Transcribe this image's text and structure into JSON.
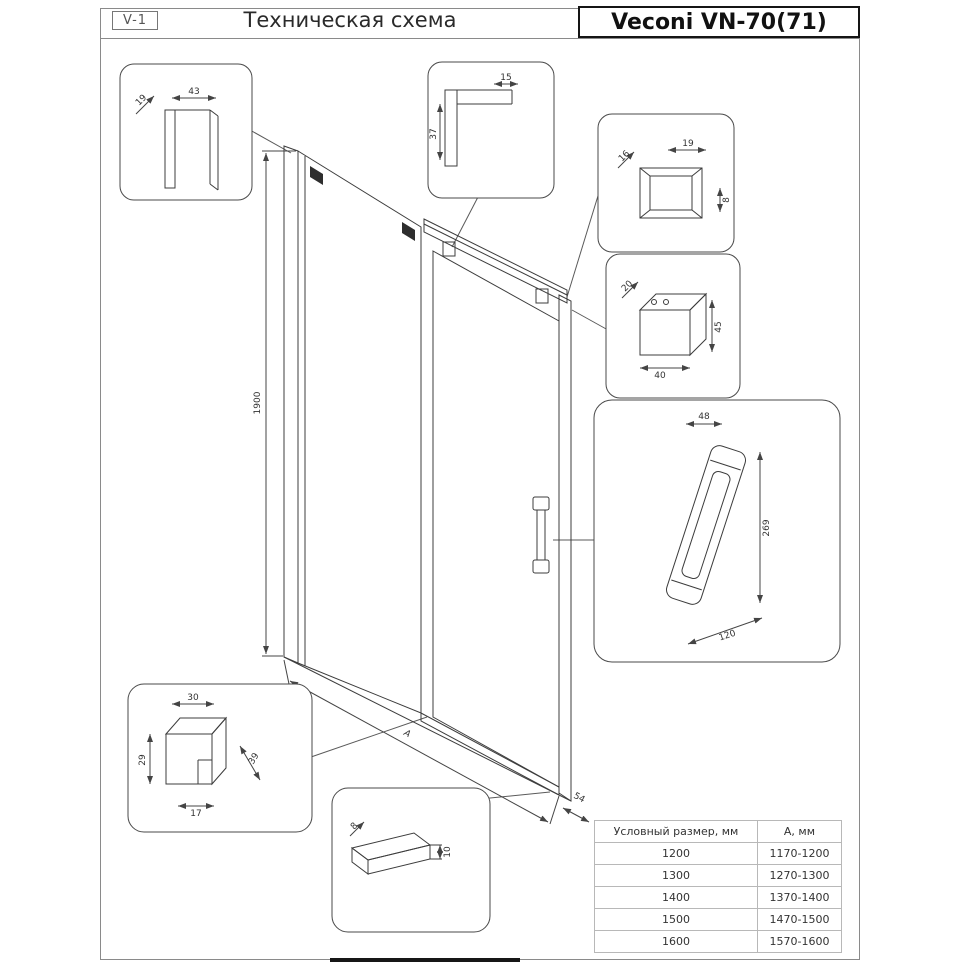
{
  "header": {
    "rev": "V-1",
    "title": "Техническая схема",
    "brand": "Veconi VN-70(71)"
  },
  "drawing": {
    "height_dim": "1900",
    "width_dim": "A",
    "corner_dim": "54"
  },
  "callouts": {
    "wall_profile_top": {
      "d1": "19",
      "d2": "43"
    },
    "top_rail": {
      "d1": "15",
      "d2": "37"
    },
    "rail_end": {
      "d1": "16",
      "d2": "19",
      "d3": "8"
    },
    "corner_block": {
      "d1": "20",
      "d2": "40",
      "d3": "45"
    },
    "handle": {
      "w": "48",
      "h": "269",
      "l": "120"
    },
    "wall_bracket": {
      "d1": "30",
      "d2": "29",
      "d3": "17",
      "d4": "39"
    },
    "bottom_profile": {
      "d1": "8",
      "d2": "10"
    }
  },
  "table": {
    "headers": [
      "Условный размер, мм",
      "А, мм"
    ],
    "rows": [
      [
        "1200",
        "1170-1200"
      ],
      [
        "1300",
        "1270-1300"
      ],
      [
        "1400",
        "1370-1400"
      ],
      [
        "1500",
        "1470-1500"
      ],
      [
        "1600",
        "1570-1600"
      ]
    ]
  }
}
